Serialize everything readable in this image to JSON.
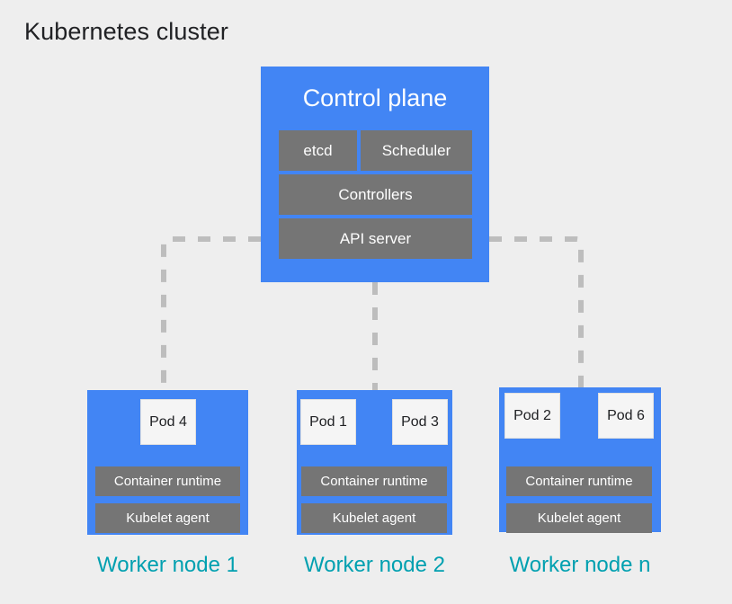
{
  "title": "Kubernetes cluster",
  "colors": {
    "background": "#eeeeee",
    "node_blue": "#4285f4",
    "component_gray": "#757575",
    "pod_white": "#f5f5f5",
    "caption_teal": "#00a0b0",
    "connector_gray": "#bdbdbd",
    "title_black": "#202124"
  },
  "control_plane": {
    "title": "Control plane",
    "components": [
      {
        "label": "etcd"
      },
      {
        "label": "Scheduler"
      },
      {
        "label": "Controllers"
      },
      {
        "label": "API server"
      }
    ]
  },
  "worker_nodes": [
    {
      "caption": "Worker node 1",
      "pods": [
        {
          "label": "Pod 4"
        }
      ],
      "runtime": "Container runtime",
      "kubelet": "Kubelet agent"
    },
    {
      "caption": "Worker node 2",
      "pods": [
        {
          "label": "Pod 1"
        },
        {
          "label": "Pod 3"
        }
      ],
      "runtime": "Container runtime",
      "kubelet": "Kubelet agent"
    },
    {
      "caption": "Worker node n",
      "pods": [
        {
          "label": "Pod 2"
        },
        {
          "label": "Pod 6"
        }
      ],
      "runtime": "Container runtime",
      "kubelet": "Kubelet agent"
    }
  ],
  "connectors": {
    "style": "dashed",
    "description": "API server connects to each worker node"
  }
}
